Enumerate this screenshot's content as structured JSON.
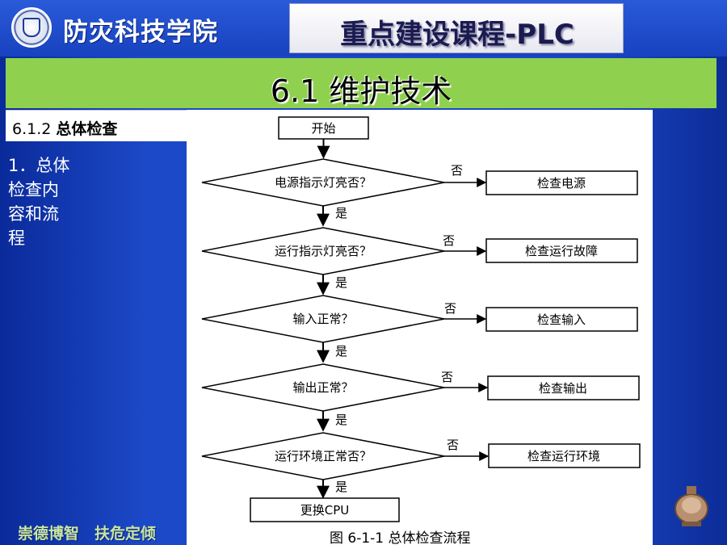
{
  "header": {
    "school_name": "防灾科技学院",
    "course_title": "重点建设课程-PLC"
  },
  "slide": {
    "title": "6.1 维护技术",
    "subsection_number": "6.1.2",
    "subsection_title": "总体检查",
    "side_lines": [
      "1．总体",
      "检查内",
      "容和流",
      "程"
    ]
  },
  "footer": {
    "motto": "崇德博智　扶危定倾"
  },
  "flowchart": {
    "start": "开始",
    "decisions": [
      {
        "question": "电源指示灯亮否？",
        "no_label": "否",
        "no_action": "检查电源",
        "yes_label": "是"
      },
      {
        "question": "运行指示灯亮否？",
        "no_label": "否",
        "no_action": "检查运行故障",
        "yes_label": "是"
      },
      {
        "question": "输入正常？",
        "no_label": "否",
        "no_action": "检查输入",
        "yes_label": "是"
      },
      {
        "question": "输出正常？",
        "no_label": "否",
        "no_action": "检查输出",
        "yes_label": "是"
      },
      {
        "question": "运行环境正常否？",
        "no_label": "否",
        "no_action": "检查运行环境",
        "yes_label": "是"
      }
    ],
    "end": "更换CPU",
    "caption": "图 6-1-1  总体检查流程"
  },
  "colors": {
    "background_blue": "#1b47c5",
    "title_bar_green": "#8fd14f",
    "motto_green": "#c8e6a0"
  }
}
